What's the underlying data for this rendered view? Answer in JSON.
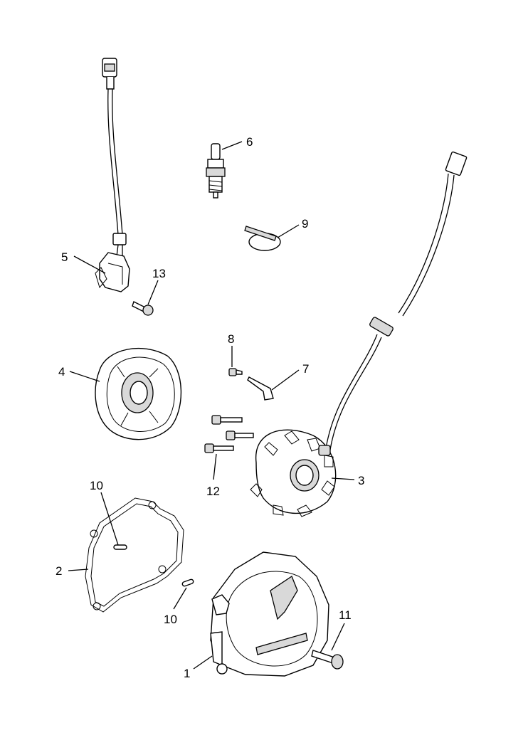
{
  "callouts": {
    "c1": "1",
    "c2": "2",
    "c3": "3",
    "c4": "4",
    "c5": "5",
    "c6": "6",
    "c7": "7",
    "c8": "8",
    "c9": "9",
    "c10a": "10",
    "c10b": "10",
    "c11": "11",
    "c12": "12",
    "c13": "13"
  },
  "colors": {
    "line": "#000000",
    "fill": "#ffffff",
    "shade": "#d9d9d9"
  }
}
